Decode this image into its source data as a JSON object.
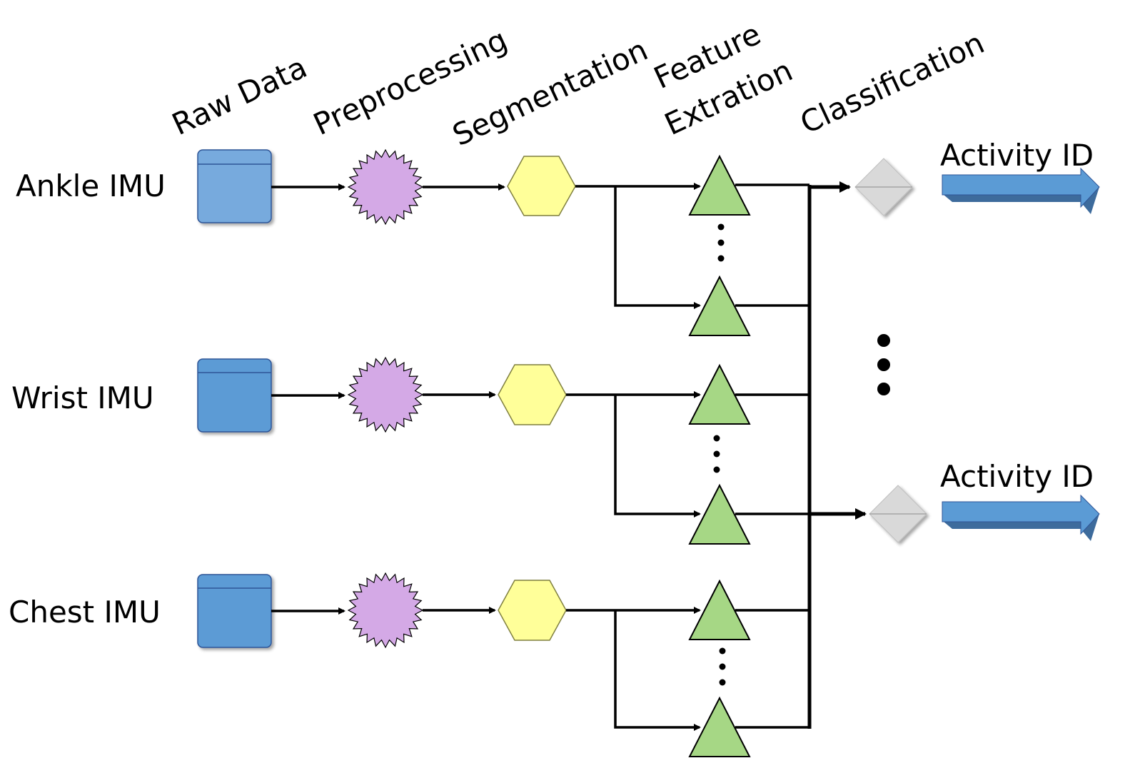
{
  "stages": [
    "Raw Data",
    "Preprocessing",
    "Segmentation",
    "Feature Extration",
    "Classification"
  ],
  "feature_stage_lines": [
    "Feature",
    "Extration"
  ],
  "sources": [
    {
      "label": "Ankle IMU",
      "raw_color": "#77aadd"
    },
    {
      "label": "Wrist IMU",
      "raw_color": "#5b9bd5"
    },
    {
      "label": "Chest IMU",
      "raw_color": "#5b9bd5"
    }
  ],
  "outputs": [
    {
      "label": "Activity ID"
    },
    {
      "label": "Activity ID"
    }
  ],
  "colors": {
    "preprocessing": "#d4a9e6",
    "segmentation": "#ffff99",
    "feature": "#a6d785",
    "classifier": "#d9d9d9",
    "output_arrow": "#5b9bd5",
    "output_arrow_dark": "#3d6b9c"
  },
  "icons": {
    "raw": "database-window-icon",
    "preprocessing": "starburst-icon",
    "segmentation": "hexagon-icon",
    "feature": "triangle-icon",
    "classifier": "diamond-icon",
    "output": "block-arrow-icon"
  }
}
